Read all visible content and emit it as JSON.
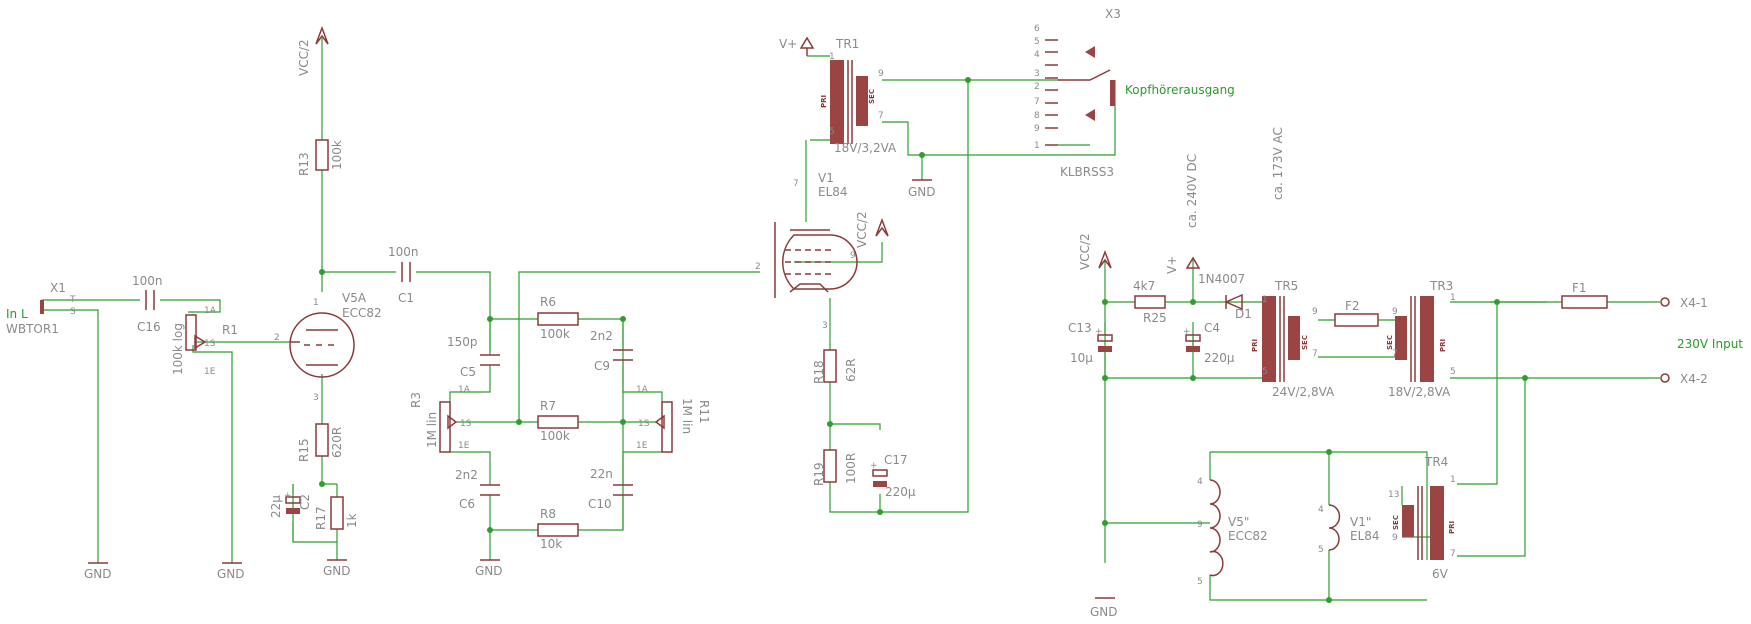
{
  "labels": {
    "in_l": "In L",
    "x1": "X1",
    "x1_t": "T",
    "x1_s": "S",
    "wbtor1": "WBTOR1",
    "gnd": "GND",
    "c16_val": "100n",
    "c16": "C16",
    "r1": "R1",
    "r1_val": "100k log",
    "pin_1a": "1A",
    "pin_1s": "1S",
    "pin_1e": "1E",
    "vcc2": "VCC/2",
    "r13": "R13",
    "r13_val": "100k",
    "v5a": "V5A",
    "ecc82": "ECC82",
    "r15": "R15",
    "r15_val": "620R",
    "c2": "C2",
    "c2_val": "22µ",
    "r17": "R17",
    "r17_val": "1k",
    "c1_val": "100n",
    "c1": "C1",
    "c5_val": "150p",
    "c5": "C5",
    "r3": "R3",
    "r3_val": "1M lin",
    "c6_val": "2n2",
    "c6": "C6",
    "r6": "R6",
    "r6_val": "100k",
    "r7": "R7",
    "r7_val": "100k",
    "r8": "R8",
    "r8_val": "10k",
    "c9_val": "2n2",
    "c9": "C9",
    "c10_val": "22n",
    "c10": "C10",
    "r11": "R11",
    "r11_val": "1M lin",
    "vplus": "V+",
    "tr1": "TR1",
    "tr1_val": "18V/3,2VA",
    "pri": "PRI",
    "sec": "SEC",
    "v1": "V1",
    "el84": "EL84",
    "r18": "R18",
    "r18_val": "62R",
    "r19": "R19",
    "r19_val": "100R",
    "c17": "C17",
    "c17_val": "220µ",
    "x3": "X3",
    "klbrss3": "KLBRSS3",
    "kopfhorer": "Kopfhörerausgang",
    "ca240": "ca. 240V DC",
    "ca173": "ca. 173V AC",
    "r25": "R25",
    "r25_val": "4k7",
    "d1": "D1",
    "d1_val": "1N4007",
    "c13": "C13",
    "c13_val": "10µ",
    "c4": "C4",
    "c4_val": "220µ",
    "tr5": "TR5",
    "tr5_val": "24V/2,8VA",
    "f2": "F2",
    "tr3": "TR3",
    "tr3_val": "18V/2,8VA",
    "f1": "F1",
    "x4_1": "X4-1",
    "x4_2": "X4-2",
    "input230": "230V Input",
    "v5h": "V5\"",
    "v1h": "V1\"",
    "tr4": "TR4",
    "tr4_val": "6V",
    "p1": "1",
    "p2": "2",
    "p3": "3",
    "p4": "4",
    "p5": "5",
    "p6": "6",
    "p7": "7",
    "p8": "8",
    "p9": "9",
    "p13": "13",
    "plus": "+"
  }
}
